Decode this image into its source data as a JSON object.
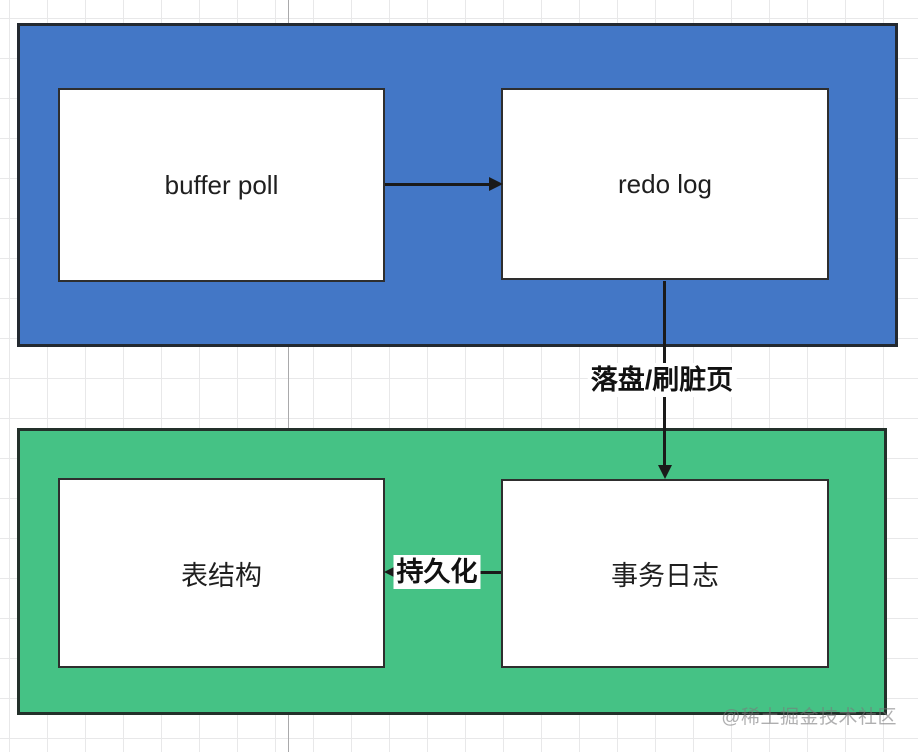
{
  "diagram": {
    "top_group": {
      "name": "memory-layer",
      "fill": "#4377C6",
      "boxes": [
        {
          "label": "buffer poll"
        },
        {
          "label": "redo log"
        }
      ]
    },
    "bottom_group": {
      "name": "disk-layer",
      "fill": "#45C285",
      "boxes": [
        {
          "label": "表结构"
        },
        {
          "label": "事务日志"
        }
      ]
    },
    "edges": [
      {
        "from": "buffer poll",
        "to": "redo log",
        "label": ""
      },
      {
        "from": "redo log",
        "to": "事务日志",
        "label": "落盘/刷脏页"
      },
      {
        "from": "事务日志",
        "to": "表结构",
        "label": "持久化"
      }
    ],
    "watermark": "@稀土掘金技术社区",
    "colors": {
      "memory_fill": "#4377C6",
      "disk_fill": "#45C285",
      "container_border": "#232930",
      "node_border": "#2E2E2E",
      "arrow": "#1A1A1A",
      "grid": "#E8E8E9",
      "grid_major": "#A9A9AB",
      "watermark_text": "#7A7A7C"
    }
  }
}
